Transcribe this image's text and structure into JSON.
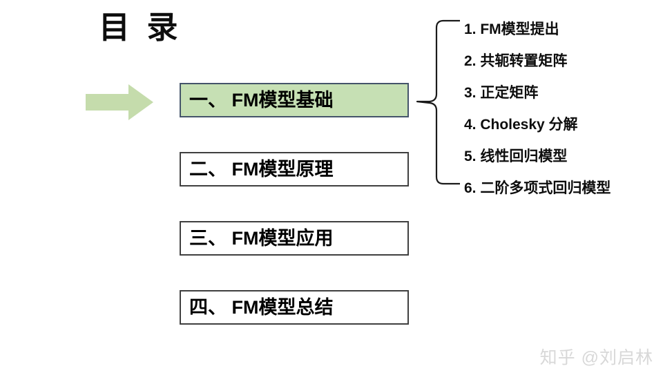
{
  "slide": {
    "title": "目 录",
    "watermark": "知乎 @刘启林",
    "colors": {
      "arrow_green": "#c5dcac",
      "highlight_green": "#c6e0b4",
      "box_border": "#3f3f3f",
      "text_black": "#0d0d0d",
      "watermark_gray": "#d8d8d8"
    }
  },
  "agenda": {
    "items": [
      {
        "label": "一、 FM模型基础",
        "highlighted": true
      },
      {
        "label": "二、 FM模型原理",
        "highlighted": false
      },
      {
        "label": "三、 FM模型应用",
        "highlighted": false
      },
      {
        "label": "四、 FM模型总结",
        "highlighted": false
      }
    ]
  },
  "sub_list": {
    "items": [
      "1. FM模型提出",
      "2. 共轭转置矩阵",
      "3. 正定矩阵",
      "4. Cholesky 分解",
      "5. 线性回归模型",
      "6. 二阶多项式回归模型"
    ]
  }
}
